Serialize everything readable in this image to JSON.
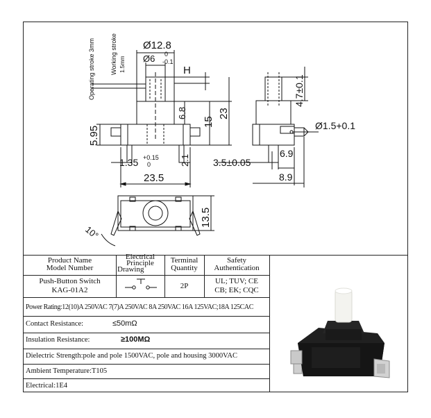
{
  "drawing": {
    "dims": {
      "d12_8": "Ø12.8",
      "d6": "Ø6",
      "d6_tol_upper": "0",
      "d6_tol_lower": "-0.1",
      "op_stroke": "Operating stroke 3mm",
      "work_stroke": "Working stroke",
      "work_stroke_val": "1.5mm",
      "h_mark": "H",
      "d6_8": "6.8",
      "d15": "15",
      "d23": "23",
      "d5_95": "5.95",
      "d1_35": "1.35",
      "d1_35_tol_upper": "+0.15",
      "d1_35_tol_lower": "0",
      "d2_1": "2.1",
      "d23_5": "23.5",
      "d13_5": "13.5",
      "d10deg": "10°",
      "d4_7": "4.7±0.1",
      "d1_5": "Ø1.5+0.1",
      "d3_5": "3.5±0.05",
      "d6_9": "6.9",
      "d8_9": "8.9"
    }
  },
  "table": {
    "headers": {
      "product": [
        "Product Name",
        "Model Number"
      ],
      "electrical": [
        "Electrical",
        "Principle",
        "Drawing"
      ],
      "terminal": [
        "Terminal",
        "Quantity"
      ],
      "safety": [
        "Safety",
        "Authentication"
      ]
    },
    "row": {
      "product_name": "Push-Button Switch",
      "model": "KAG-01A2",
      "terminal_qty": "2P",
      "safety_line1": "UL; TUV; CE",
      "safety_line2": "CB; EK; CQC"
    },
    "specs": {
      "power_rating": "Power Rating:12(10)A 250VAC  7(7)A 250VAC 8A 250VAC  16A 125VAC;18A 125CAC",
      "contact_label": "Contact Resistance:",
      "contact_value": "≤50mΩ",
      "insulation_label": "Insulation Resistance:",
      "insulation_value": "≥100MΩ",
      "dielectric": "Dielectric Strength:pole and pole 1500VAC, pole and housing 3000VAC",
      "ambient": "Ambient Temperature:T105",
      "electrical": "Electrical:1E4"
    }
  },
  "colors": {
    "ink": "#111111",
    "housing": "#1b1b1b",
    "button": "#f2f2ee",
    "terminal": "#c9c9c9"
  }
}
